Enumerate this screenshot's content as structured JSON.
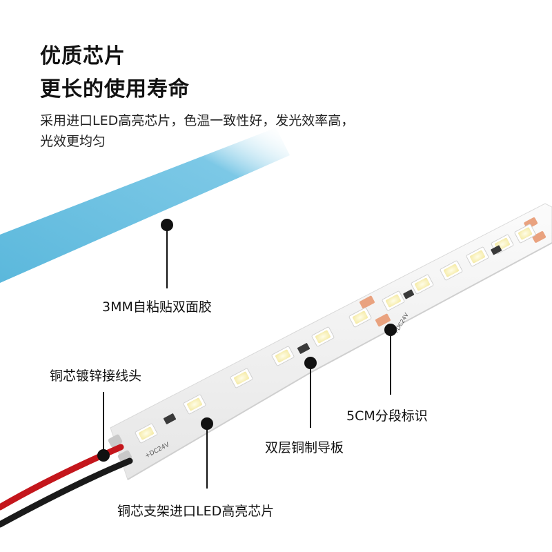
{
  "headline": {
    "line1": "优质芯片",
    "line2": "更长的使用寿命"
  },
  "description": "采用进口LED高亮芯片，色温一致性好，发光效率高，光效更均匀",
  "callouts": {
    "tape": "3MM自粘贴双面胶",
    "wire": "铜芯镀锌接线头",
    "mark": "5CM分段标识",
    "pcb": "双层铜制导板",
    "led": "铜芯支架进口LED高亮芯片"
  },
  "pcb_marking": "+DC24V",
  "colors": {
    "tape": "#5bb8dc",
    "pcb": "#f2f2f2",
    "led_chip": "#fff9cf",
    "copper_pad": "#e9a27f",
    "wire_red": "#c4161c",
    "wire_black": "#1a1a1a"
  }
}
